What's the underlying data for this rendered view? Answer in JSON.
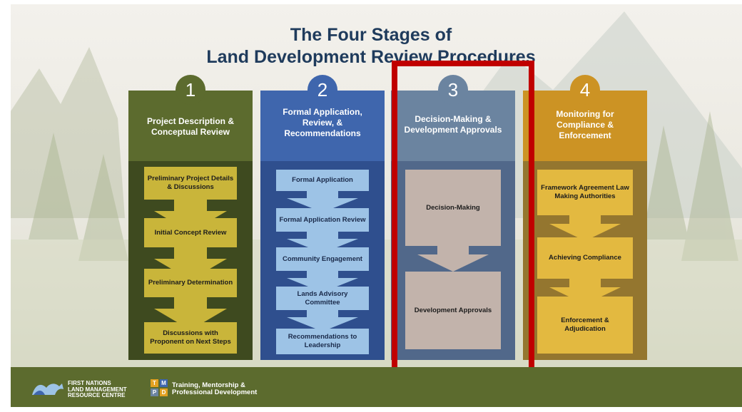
{
  "title": {
    "line1": "The Four Stages of",
    "line2": "Land Development Review Procedures"
  },
  "stages": [
    {
      "number": "1",
      "heading": [
        "Project Description &",
        "Conceptual Review"
      ],
      "color": "#5c6b2e",
      "body_color": "#3e4a1f",
      "box_color": "#c9b53a",
      "steps": [
        "Preliminary Project Details & Discussions",
        "Initial Concept Review",
        "Preliminary Determination",
        "Discussions with Proponent on Next Steps"
      ]
    },
    {
      "number": "2",
      "heading": [
        "Formal Application,",
        "Review, &",
        "Recommendations"
      ],
      "color": "#3f66ad",
      "body_color": "#2f4f8e",
      "box_color": "#9dc3e6",
      "steps": [
        "Formal Application",
        "Formal Application Review",
        "Community Engagement",
        "Lands Advisory Committee",
        "Recommendations to Leadership"
      ]
    },
    {
      "number": "3",
      "heading": [
        "Decision-Making &",
        "Development Approvals"
      ],
      "color": "#6b84a0",
      "body_color": "#51688a",
      "box_color": "#c2b3ab",
      "steps": [
        "Decision-Making",
        "Development Approvals"
      ]
    },
    {
      "number": "4",
      "heading": [
        "Monitoring for",
        "Compliance &",
        "Enforcement"
      ],
      "color": "#cc9324",
      "body_color": "#94762f",
      "box_color": "#e3b940",
      "steps": [
        "Framework Agreement Law Making Authorities",
        "Achieving Compliance",
        "Enforcement & Adjudication"
      ]
    }
  ],
  "footer": {
    "org_lines": [
      "FIRST NATIONS",
      "LAND MANAGEMENT",
      "RESOURCE CENTRE"
    ],
    "tmpd_letters": [
      "T",
      "M",
      "P",
      "D"
    ],
    "program_lines": [
      "Training, Mentorship &",
      "Professional Development"
    ]
  },
  "highlight_color": "#c00000"
}
